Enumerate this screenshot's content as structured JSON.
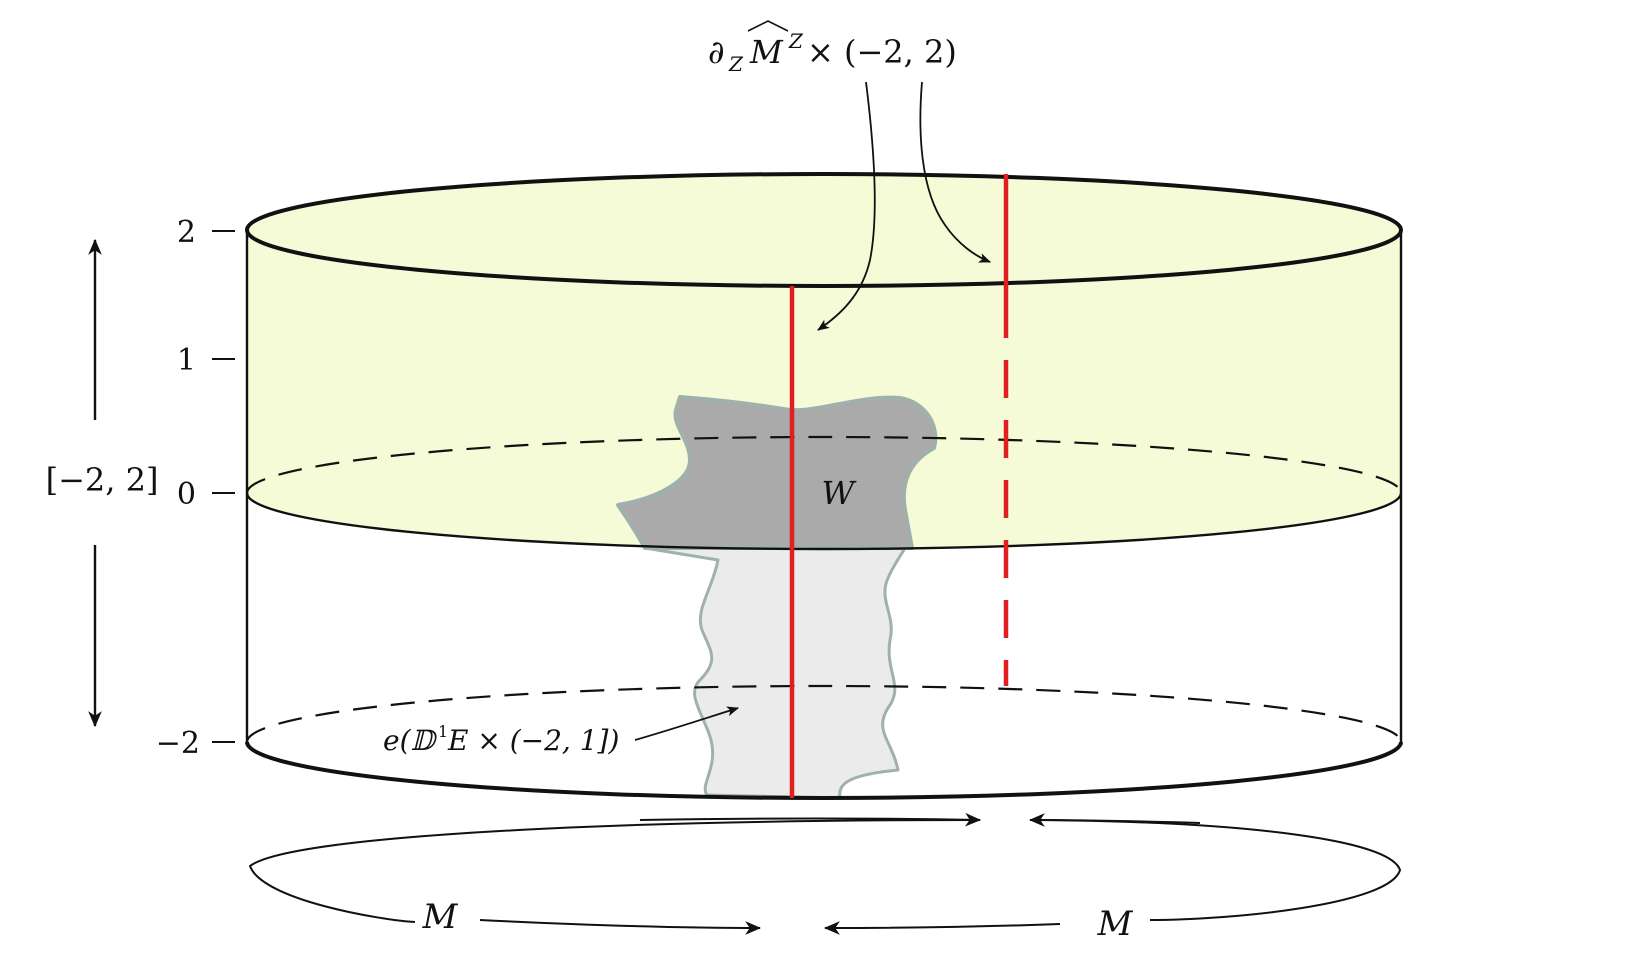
{
  "labels": {
    "top_annotation_prefix": "∂",
    "top_annotation_sub": "Z",
    "top_annotation_hat": "M",
    "top_annotation_sup": "Z",
    "top_annotation_suffix": " × (−2, 2)",
    "interval": "[−2, 2]",
    "region_w": "W",
    "embedding_prefix": "e(𝔻",
    "embedding_sup": "1",
    "embedding_suffix": "E × (−2, 1])",
    "base_left": "M",
    "base_right": "M"
  },
  "axis_ticks": [
    "2",
    "1",
    "0",
    "−2"
  ],
  "colors": {
    "upper_fill": "#f4fbd6",
    "red_line": "#e02020",
    "w_dark": "#aaaaaa",
    "w_light": "#ebebeb",
    "w_edge": "#9fb1ac",
    "stroke": "#111111"
  }
}
